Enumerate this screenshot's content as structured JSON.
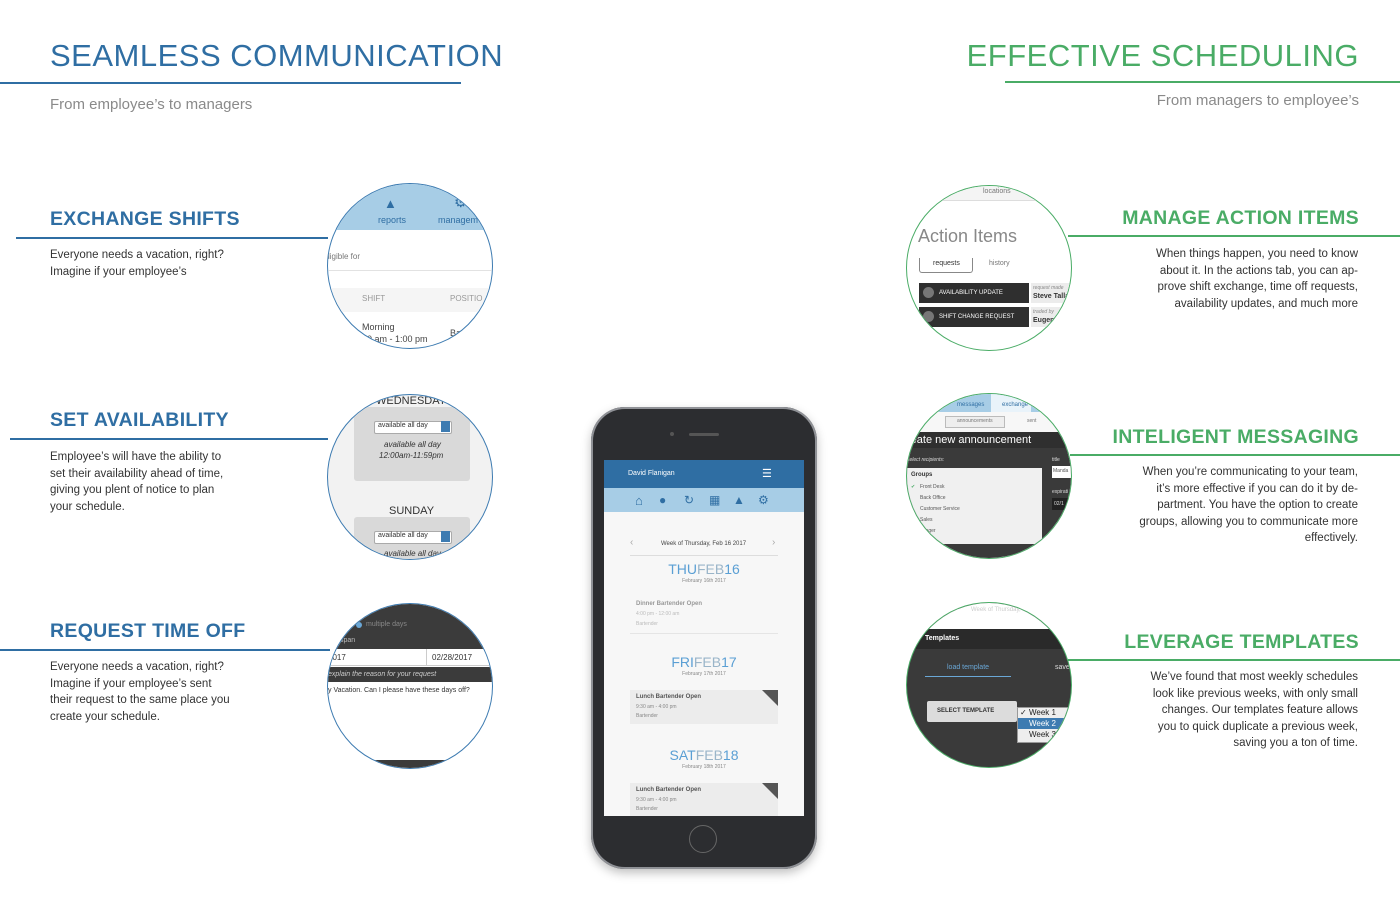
{
  "left": {
    "title": "SEAMLESS COMMUNICATION",
    "subtitle": "From employee’s to managers",
    "features": [
      {
        "title": "EXCHANGE SHIFTS",
        "lines": [
          "Everyone needs a vacation, right?",
          "Imagine if your employee’s"
        ]
      },
      {
        "title": "SET AVAILABILITY",
        "lines": [
          "Employee’s will have the ability to",
          "set their availability ahead of time,",
          "giving you plent of notice to plan",
          "your schedule."
        ]
      },
      {
        "title": "REQUEST TIME OFF",
        "lines": [
          "Everyone needs a vacation, right?",
          "Imagine if your employee’s sent",
          "their request to the same place you",
          "create your schedule."
        ]
      }
    ]
  },
  "right": {
    "title": "EFFECTIVE SCHEDULING",
    "subtitle": "From managers to employee’s",
    "features": [
      {
        "title": "MANAGE ACTION ITEMS",
        "lines": [
          "When things happen, you need to know",
          "about it. In the actions tab, you can ap-",
          "prove shift exchange, time off requests,",
          "availability updates, and much more"
        ]
      },
      {
        "title": "INTELIGENT MESSAGING",
        "lines": [
          "When you’re communicating to your team,",
          "it’s more effective if you can do it by de-",
          "partment. You have the option to create",
          "groups, allowing you to communicate more",
          "effectively."
        ]
      },
      {
        "title": "LEVERAGE TEMPLATES",
        "lines": [
          "We’ve found that most weekly schedules",
          "look like previous weeks, with only small",
          "changes. Our templates feature allows",
          "you to quick duplicate a previous week,",
          "saving you a ton of time."
        ]
      }
    ]
  },
  "circles": {
    "exchange": {
      "tab1": "reports",
      "tab2": "managem",
      "eligible": "ligible for",
      "col1": "SHIFT",
      "col2": "POSITIO",
      "shift": "Morning",
      "time": "00 am - 1:00 pm",
      "pos": "Bac"
    },
    "availability": {
      "day1": "WEDNESDAY",
      "sel1": "available all day",
      "avail1": "available all day",
      "hours1": "12:00am-11:59pm",
      "day2": "SUNDAY",
      "sel2": "available all day",
      "avail2": "available all day"
    },
    "timeoff": {
      "radio": "multiple days",
      "span": "span",
      "d1": "2017",
      "d2": "02/28/2017",
      "reasonhdr": "explain the reason for your request",
      "reason": "y Vacation. Can I please have these days off?"
    },
    "action": {
      "tab": "locations",
      "title": "Action Items",
      "t1": "requests",
      "t2": "history",
      "item1": "AVAILABILITY UPDATE",
      "item2": "SHIFT CHANGE REQUEST",
      "by1": "request made",
      "name1": "Steve Talla",
      "by2": "traded by",
      "name2": "Eugen"
    },
    "messaging": {
      "tab1": "messages",
      "tab2": "exchange",
      "sub1": "announcements",
      "sub2": "sent",
      "header": "reate new announcement",
      "sel": "select recipients:",
      "groups": "Groups",
      "g1": "Front Desk",
      "g2": "Back Office",
      "g3": "Customer Service",
      "g4": "Sales",
      "g5": "anager",
      "ttl": "title",
      "mand": "Manda",
      "exp": "expirati",
      "dt": "02/1"
    },
    "templates": {
      "header": "Templates",
      "load": "load template",
      "save": "save",
      "btn": "SELECT TEMPLATE",
      "w1": "Week 1",
      "w2": "Week 2",
      "w3": "Week 3",
      "faint": "Week of Thursday, Feb"
    }
  },
  "phone": {
    "user": "David Flanigan",
    "week": "Week of Thursday, Feb 16 2017",
    "days": [
      {
        "dow": "THU",
        "mon": "FEB",
        "num": "16",
        "date": "February 16th 2017",
        "shift": "Dinner Bartender Open",
        "time": "4:00 pm - 12:00 am",
        "role": "Bartender"
      },
      {
        "dow": "FRI",
        "mon": "FEB",
        "num": "17",
        "date": "February 17th 2017",
        "shift": "Lunch Bartender Open",
        "time": "9:30 am - 4:00 pm",
        "role": "Bartender"
      },
      {
        "dow": "SAT",
        "mon": "FEB",
        "num": "18",
        "date": "February 18th 2017",
        "shift": "Lunch Bartender Open",
        "time": "9:30 am - 4:00 pm",
        "role": "Bartender"
      }
    ]
  }
}
